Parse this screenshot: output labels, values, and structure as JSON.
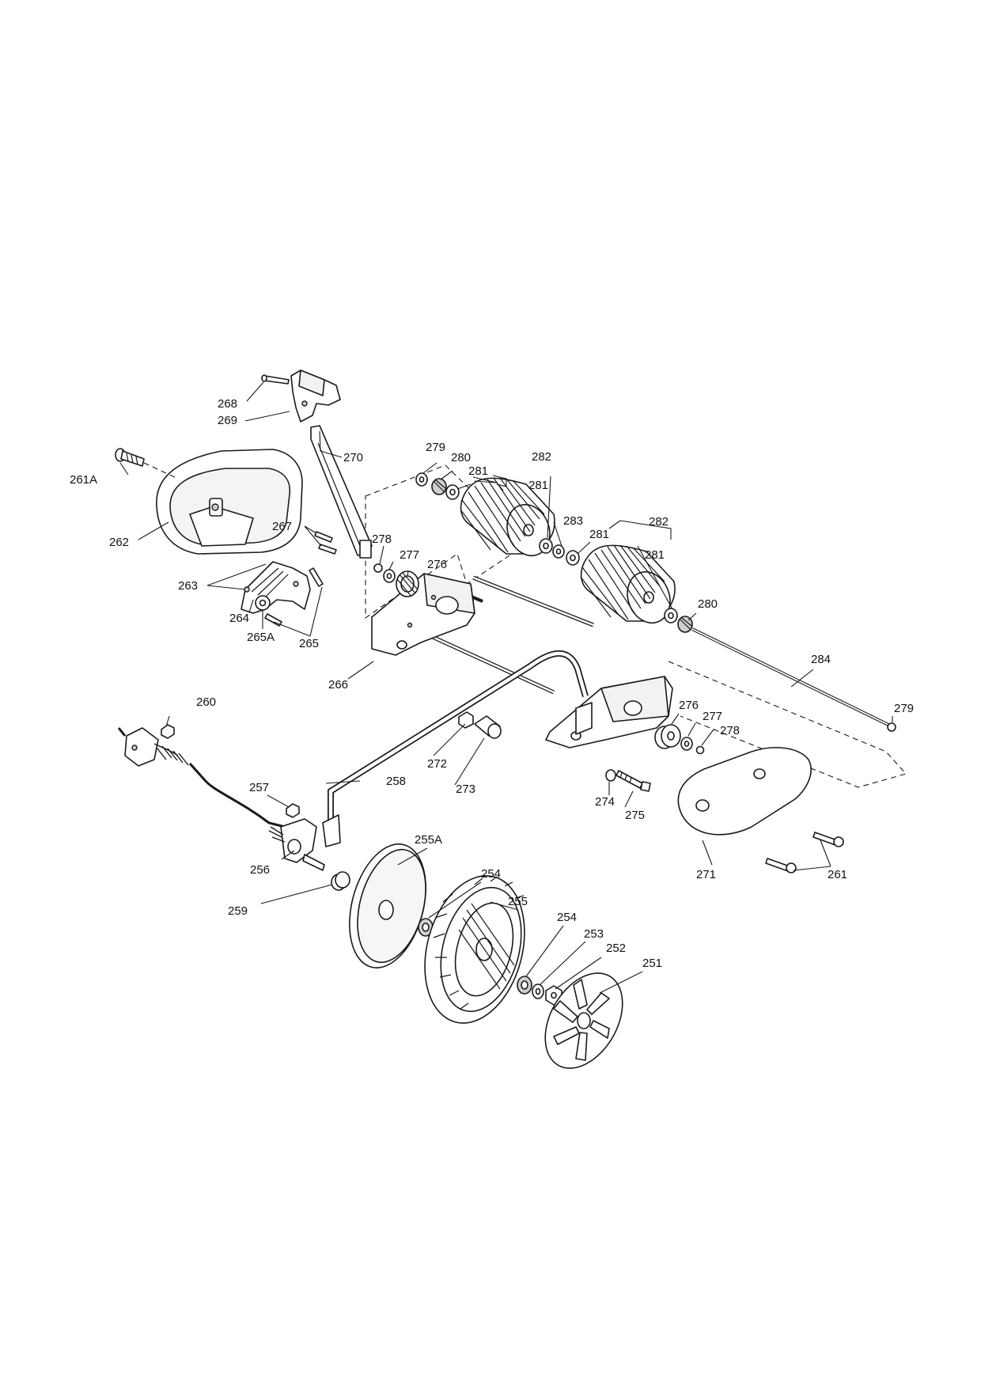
{
  "callouts": {
    "c251": "251",
    "c252": "252",
    "c253": "253",
    "c254a": "254",
    "c254b": "254",
    "c255": "255",
    "c255A": "255A",
    "c256": "256",
    "c257": "257",
    "c258": "258",
    "c259": "259",
    "c260": "260",
    "c261": "261",
    "c261A": "261A",
    "c262": "262",
    "c263": "263",
    "c264": "264",
    "c265": "265",
    "c265A": "265A",
    "c266": "266",
    "c267": "267",
    "c268": "268",
    "c269": "269",
    "c270": "270",
    "c271": "271",
    "c272": "272",
    "c273": "273",
    "c274": "274",
    "c275": "275",
    "c276a": "276",
    "c276b": "276",
    "c277a": "277",
    "c277b": "277",
    "c278a": "278",
    "c278b": "278",
    "c279a": "279",
    "c279b": "279",
    "c280a": "280",
    "c280b": "280",
    "c281a": "281",
    "c281b": "281",
    "c281c": "281",
    "c281d": "281",
    "c282a": "282",
    "c282b": "282",
    "c283": "283",
    "c284": "284"
  }
}
